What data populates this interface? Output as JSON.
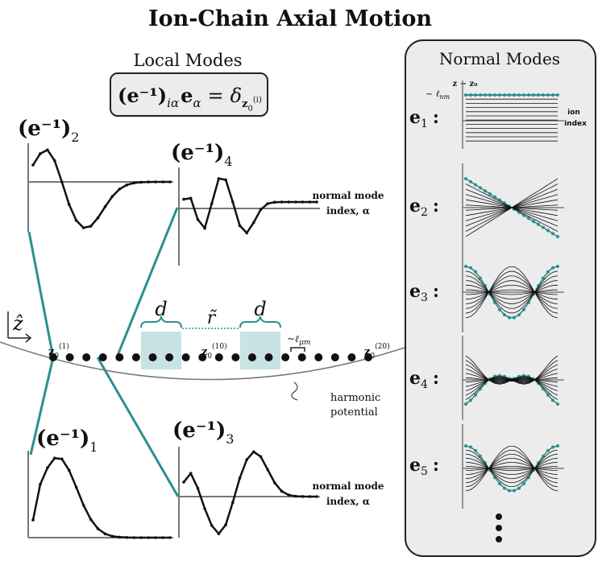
{
  "title": "Ion-Chain Axial Motion",
  "local_modes": {
    "heading": "Local Modes",
    "equation_lhs": "(e⁻¹)",
    "equation_lhs_sub": "iα",
    "equation_mid": "e",
    "equation_mid_sub": "α",
    "equation_eq": "=",
    "equation_rhs": "δ",
    "equation_rhs_sub": "z",
    "equation_rhs_subsub": "0",
    "equation_rhs_sup": "(i)"
  },
  "local_plots": [
    {
      "label": "(e⁻¹)",
      "sub": "2"
    },
    {
      "label": "(e⁻¹)",
      "sub": "4"
    },
    {
      "label": "(e⁻¹)",
      "sub": "1"
    },
    {
      "label": "(e⁻¹)",
      "sub": "3"
    }
  ],
  "axis_label_line1": "normal mode",
  "axis_label_line2": "index, α",
  "chain": {
    "z_hat": "ẑ",
    "d_label_1": "d",
    "d_label_2": "d",
    "r_label": "r̃",
    "ell_mu": "~ℓ",
    "ell_mu_sub": "μm",
    "z1": "z",
    "z1_sub": "0",
    "z1_sup": "(1)",
    "z10": "z",
    "z10_sub": "0",
    "z10_sup": "(10)",
    "z20": "z",
    "z20_sub": "0",
    "z20_sup": "(20)",
    "potential_line1": "harmonic",
    "potential_line2": "potential"
  },
  "normal_modes": {
    "heading": "Normal Modes",
    "y_label_top": "z − z₀",
    "y_label_bottom": "~ ℓ",
    "y_label_bottom_sub": "nm",
    "x_label_line1": "ion",
    "x_label_line2": "index",
    "modes": [
      {
        "label": "e",
        "sub": "1",
        "colon": ":"
      },
      {
        "label": "e",
        "sub": "2",
        "colon": ":"
      },
      {
        "label": "e",
        "sub": "3",
        "colon": ":"
      },
      {
        "label": "e",
        "sub": "4",
        "colon": ":"
      },
      {
        "label": "e",
        "sub": "5",
        "colon": ":"
      }
    ],
    "more": "⋮"
  },
  "colors": {
    "teal": "#2a9090",
    "teal_fill": "#c7e3e3",
    "panel_bg": "#ececec",
    "text": "#111111"
  }
}
